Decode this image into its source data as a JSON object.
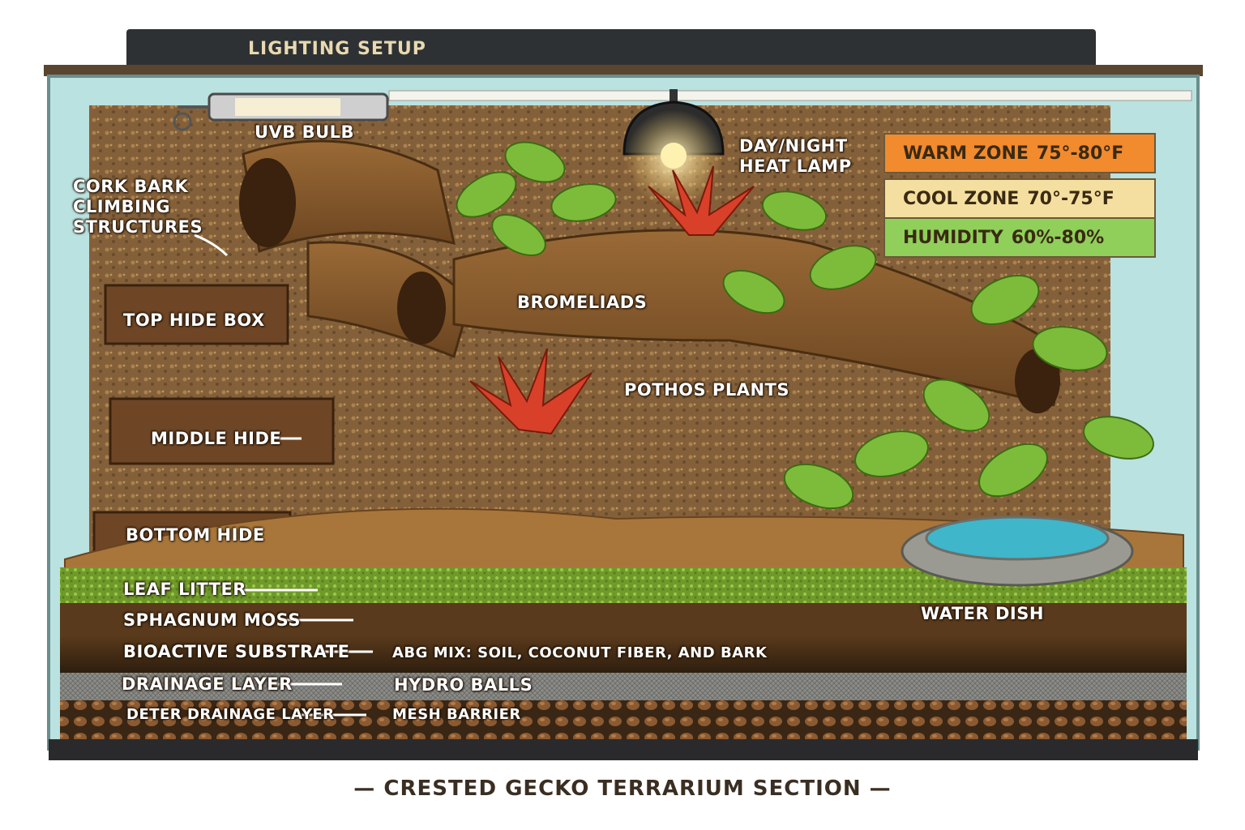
{
  "title": "CRESTED GECKO TERRARIUM SECTION",
  "lighting": {
    "header": "LIGHTING SETUP",
    "uvb_bulb": "UVB BULB",
    "heat_lamp": "DAY/NIGHT HEAT LAMP"
  },
  "zones": [
    {
      "name": "WARM ZONE",
      "value": "75°-80°F",
      "color": "#f28a2e"
    },
    {
      "name": "COOL ZONE",
      "value": "70°-75°F",
      "color": "#f5dfa0"
    },
    {
      "name": "HUMIDITY",
      "value": "60%-80%",
      "color": "#8fcf5a"
    }
  ],
  "features": {
    "cork_bark": "CORK BARK CLIMBING STRUCTURES",
    "top_hide": "TOP HIDE BOX",
    "middle_hide": "MIDDLE HIDE",
    "bottom_hide": "BOTTOM HIDE",
    "bromeliads": "BROMELIADS",
    "pothos": "POTHOS PLANTS",
    "water_dish": "WATER DISH"
  },
  "layers": [
    {
      "name": "LEAF LITTER",
      "detail": ""
    },
    {
      "name": "SPHAGNUM MOSS",
      "detail": ""
    },
    {
      "name": "BIOACTIVE SUBSTRATE",
      "detail": "ABG MIX: SOIL, COCONUT FIBER, AND BARK"
    },
    {
      "name": "DRAINAGE LAYER",
      "detail": "HYDRO BALLS"
    },
    {
      "name": "DETER DRAINAGE LAYER",
      "detail": "MESH BARRIER"
    }
  ],
  "colors": {
    "glass": "#9fd3d0",
    "cork": "#8b5a2b",
    "moss": "#7fae3a",
    "soil": "#3d2814",
    "leaf": "#6fae2e",
    "bromeliad": "#d8402a",
    "water": "#3fb6c9"
  }
}
